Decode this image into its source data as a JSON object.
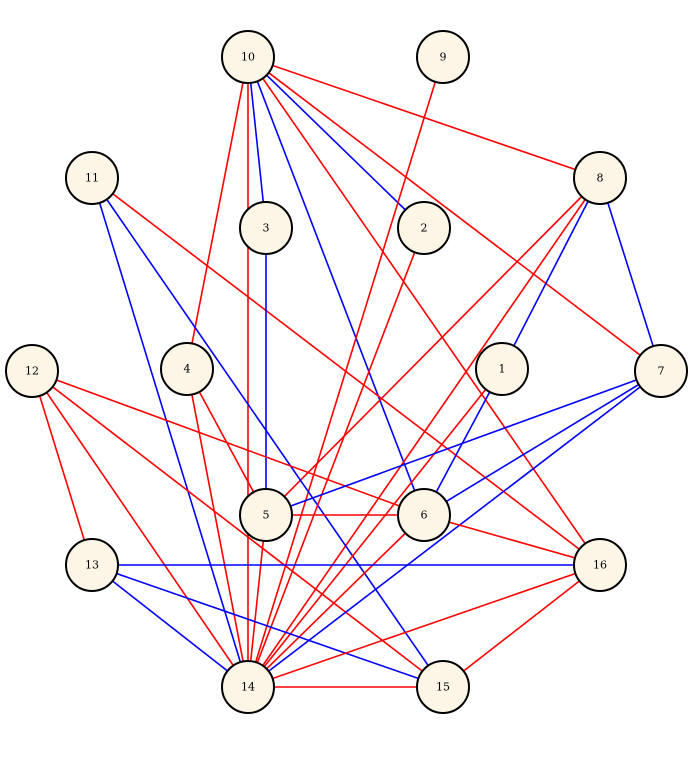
{
  "graph": {
    "colors": {
      "red": "#ff0000",
      "blue": "#0000ff",
      "node_fill": "#fdf5e6",
      "node_stroke": "#000000"
    },
    "nodes": [
      {
        "id": "1",
        "label": "1"
      },
      {
        "id": "2",
        "label": "2"
      },
      {
        "id": "3",
        "label": "3"
      },
      {
        "id": "4",
        "label": "4"
      },
      {
        "id": "5",
        "label": "5"
      },
      {
        "id": "6",
        "label": "6"
      },
      {
        "id": "7",
        "label": "7"
      },
      {
        "id": "8",
        "label": "8"
      },
      {
        "id": "9",
        "label": "9"
      },
      {
        "id": "10",
        "label": "10"
      },
      {
        "id": "11",
        "label": "11"
      },
      {
        "id": "12",
        "label": "12"
      },
      {
        "id": "13",
        "label": "13"
      },
      {
        "id": "14",
        "label": "14"
      },
      {
        "id": "15",
        "label": "15"
      },
      {
        "id": "16",
        "label": "16"
      }
    ],
    "edges": [
      {
        "from": "10",
        "to": "8",
        "color": "red"
      },
      {
        "from": "10",
        "to": "7",
        "color": "red"
      },
      {
        "from": "10",
        "to": "16",
        "color": "red"
      },
      {
        "from": "10",
        "to": "4",
        "color": "red"
      },
      {
        "from": "10",
        "to": "14",
        "color": "red"
      },
      {
        "from": "10",
        "to": "2",
        "color": "blue"
      },
      {
        "from": "10",
        "to": "6",
        "color": "blue"
      },
      {
        "from": "10",
        "to": "3",
        "color": "blue"
      },
      {
        "from": "9",
        "to": "14",
        "color": "red"
      },
      {
        "from": "8",
        "to": "5",
        "color": "red"
      },
      {
        "from": "8",
        "to": "14",
        "color": "red"
      },
      {
        "from": "8",
        "to": "1",
        "color": "blue"
      },
      {
        "from": "8",
        "to": "7",
        "color": "blue"
      },
      {
        "from": "11",
        "to": "16",
        "color": "red"
      },
      {
        "from": "11",
        "to": "14",
        "color": "blue"
      },
      {
        "from": "11",
        "to": "15",
        "color": "blue"
      },
      {
        "from": "3",
        "to": "5",
        "color": "blue"
      },
      {
        "from": "2",
        "to": "14",
        "color": "red"
      },
      {
        "from": "12",
        "to": "6",
        "color": "red"
      },
      {
        "from": "12",
        "to": "13",
        "color": "red"
      },
      {
        "from": "12",
        "to": "14",
        "color": "red"
      },
      {
        "from": "12",
        "to": "15",
        "color": "red"
      },
      {
        "from": "4",
        "to": "5",
        "color": "red"
      },
      {
        "from": "4",
        "to": "14",
        "color": "red"
      },
      {
        "from": "1",
        "to": "14",
        "color": "red"
      },
      {
        "from": "1",
        "to": "6",
        "color": "blue"
      },
      {
        "from": "7",
        "to": "5",
        "color": "blue"
      },
      {
        "from": "7",
        "to": "6",
        "color": "blue"
      },
      {
        "from": "7",
        "to": "14",
        "color": "blue"
      },
      {
        "from": "5",
        "to": "6",
        "color": "red"
      },
      {
        "from": "5",
        "to": "14",
        "color": "red"
      },
      {
        "from": "6",
        "to": "16",
        "color": "red"
      },
      {
        "from": "6",
        "to": "14",
        "color": "red"
      },
      {
        "from": "13",
        "to": "16",
        "color": "blue"
      },
      {
        "from": "13",
        "to": "14",
        "color": "blue"
      },
      {
        "from": "13",
        "to": "15",
        "color": "blue"
      },
      {
        "from": "16",
        "to": "14",
        "color": "red"
      },
      {
        "from": "16",
        "to": "15",
        "color": "red"
      },
      {
        "from": "14",
        "to": "15",
        "color": "red"
      }
    ]
  }
}
